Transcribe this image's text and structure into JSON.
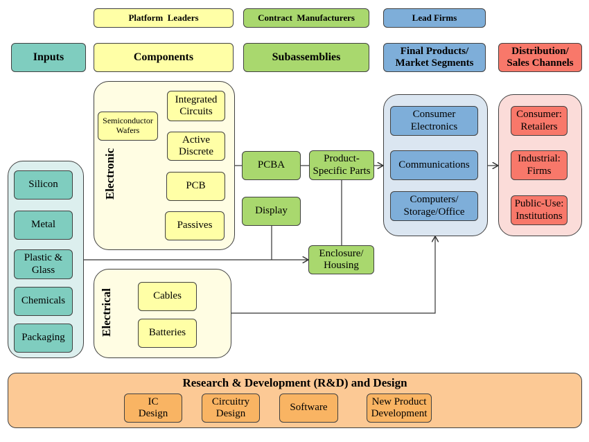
{
  "colors": {
    "inputs": "#7fcdbf",
    "components": "#ffffa6",
    "subassemblies": "#a9d86e",
    "final_products": "#7eaed9",
    "distribution": "#f8786a",
    "inputs_group_bg": "#dcefee",
    "components_group_bg": "#fffde3",
    "final_group_bg": "#dbe6f1",
    "distribution_group_bg": "#fbdcd9",
    "rnd_bg": "#fcc995",
    "rnd_item": "#f9b463"
  },
  "legend": {
    "platform_leaders": "Platform  Leaders",
    "contract_manufacturers": "Contract  Manufacturers",
    "lead_firms": "Lead Firms"
  },
  "headers": {
    "inputs": "Inputs",
    "components": "Components",
    "subassemblies": "Subassemblies",
    "final_products_line1": "Final Products/",
    "final_products_line2": "Market Segments",
    "distribution_line1": "Distribution/",
    "distribution_line2": "Sales Channels"
  },
  "inputs": [
    "Silicon",
    "Metal",
    "Plastic &",
    "Glass",
    "Chemicals",
    "Packaging"
  ],
  "electronic": {
    "label": "Electronic",
    "semiconductor_line1": "Semiconductor",
    "semiconductor_line2": "Wafers",
    "ic_line1": "Integrated",
    "ic_line2": "Circuits",
    "active_line1": "Active",
    "active_line2": "Discrete",
    "pcb": "PCB",
    "passives": "Passives"
  },
  "electrical": {
    "label": "Electrical",
    "cables": "Cables",
    "batteries": "Batteries"
  },
  "subassemblies": {
    "pcba": "PCBA",
    "display": "Display",
    "product_specific_line1": "Product-",
    "product_specific_line2": "Specific Parts",
    "enclosure_line1": "Enclosure/",
    "enclosure_line2": "Housing"
  },
  "final_products": {
    "consumer_line1": "Consumer",
    "consumer_line2": "Electronics",
    "communications": "Communications",
    "computers_line1": "Computers/",
    "computers_line2": "Storage/Office"
  },
  "distribution": {
    "consumer_line1": "Consumer:",
    "consumer_line2": "Retailers",
    "industrial_line1": "Industrial:",
    "industrial_line2": "Firms",
    "public_line1": "Public-Use:",
    "public_line2": "Institutions"
  },
  "rnd": {
    "title": "Research & Development (R&D) and Design",
    "ic_line1": "IC",
    "ic_line2": "Design",
    "circuitry_line1": "Circuitry",
    "circuitry_line2": "Design",
    "software": "Software",
    "npd_line1": "New Product",
    "npd_line2": "Development"
  }
}
